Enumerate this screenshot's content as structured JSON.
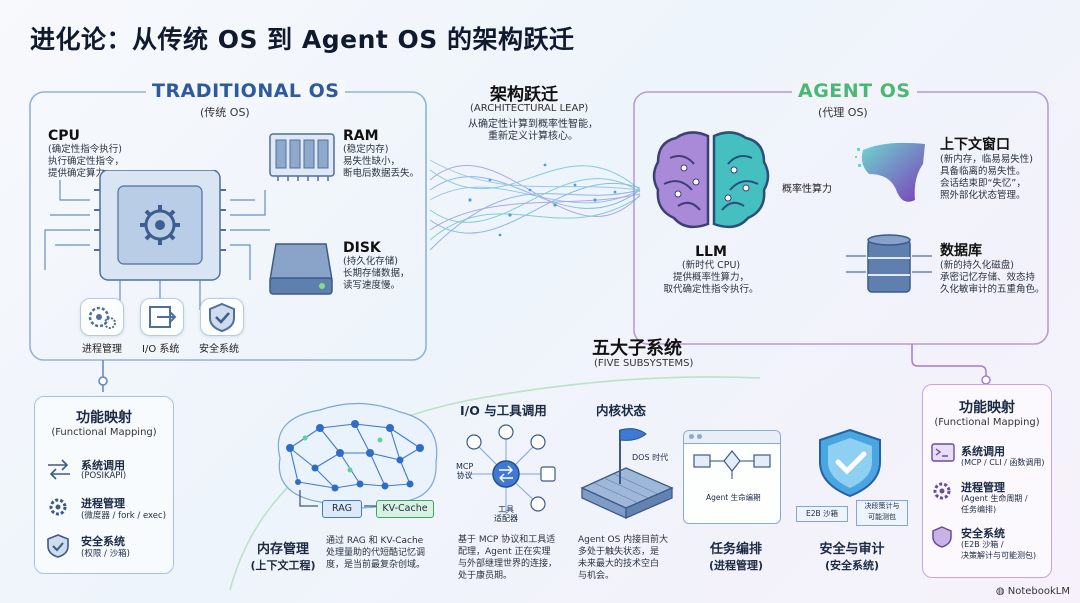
{
  "title": "进化论：从传统 OS 到 Agent OS 的架构跃迁",
  "traditional": {
    "heading": "TRADITIONAL OS",
    "sub": "(传统 OS)",
    "cpu": {
      "name": "CPU",
      "lines": [
        "(确定性指令执行)",
        "执行确定性指令，",
        "提供确定算力。"
      ]
    },
    "ram": {
      "name": "RAM",
      "lines": [
        "(稳定内存)",
        "易失性缺小，",
        "断电后数据丢失。"
      ]
    },
    "disk": {
      "name": "DISK",
      "lines": [
        "(持久化存储)",
        "长期存储数据，",
        "读写速度慢。"
      ]
    },
    "modules": [
      "进程管理",
      "I/O 系统",
      "安全系统"
    ]
  },
  "leap": {
    "heading": "架构跃迁",
    "sub": "(ARCHITECTURAL LEAP)",
    "lines": [
      "从确定性计算到概率性智能，",
      "重新定义计算核心。"
    ]
  },
  "agent": {
    "heading": "AGENT OS",
    "sub": "(代理 OS)",
    "prob": "概率性算力",
    "llm": {
      "name": "LLM",
      "lines": [
        "(新时代 CPU)",
        "提供概率性算力，",
        "取代确定性指令执行。"
      ]
    },
    "context": {
      "name": "上下文窗口",
      "lines": [
        "(新内存，临易易失性)",
        "具备临离的易失性。",
        "会话结束即“失忆”，",
        "照外部化状态管理。"
      ]
    },
    "db": {
      "name": "数据库",
      "lines": [
        "(新的持久化磁盘)",
        "承密记忆存储、效态持",
        "久化敏审计的五重角色。"
      ]
    }
  },
  "left_map": {
    "title": "功能映射",
    "sub": "(Functional Mapping)",
    "items": [
      {
        "name": "系统调用",
        "desc": "(POSIKAPI)"
      },
      {
        "name": "进程管理",
        "desc": "(微度器 / fork / exec)"
      },
      {
        "name": "安全系统",
        "desc": "(权限 / 沙箱)"
      }
    ]
  },
  "right_map": {
    "title": "功能映射",
    "sub": "(Functional Mapping)",
    "items": [
      {
        "name": "系统调用",
        "desc": "(MCP / CLI / 函数调用)"
      },
      {
        "name": "进程管理",
        "desc": "(Agent 生命周期 /",
        "desc2": "任务编排)"
      },
      {
        "name": "安全系统",
        "desc": "(E2B 沙箱 /",
        "desc2": "决策解计与可能测包)"
      }
    ]
  },
  "five": {
    "heading": "五大子系统",
    "sub": "(FIVE SUBSYSTEMS)"
  },
  "memory": {
    "chips": [
      "RAG",
      "KV-Cache"
    ],
    "title": "内存管理",
    "title2": "(上下文工程)",
    "lines": [
      "通过 RAG 和 KV-Cache",
      "处理量助的代短酷记忆调",
      "度，是当前最复杂创域。"
    ]
  },
  "io": {
    "title": "I/O 与工具调用",
    "labels": [
      "MCP",
      "协议",
      "工具",
      "适配器"
    ],
    "lines": [
      "基于 MCP 协议和工具适",
      "配理，Agent 正在实理",
      "与外部继理世界的连接，",
      "处于康员期。"
    ]
  },
  "kernel": {
    "title": "内核状态",
    "flag": "DOS 时代",
    "lines": [
      "Agent OS 内接目前大",
      "多处于触失状态，是",
      "未来最大的技术空白",
      "与机会。"
    ]
  },
  "task": {
    "title": "任务编排",
    "title2": "(进程管理)",
    "label": "Agent 生命编期"
  },
  "security": {
    "title": "安全与审计",
    "title2": "(安全系统)",
    "chips": [
      "E2B 沙箱",
      "决段策计与",
      "可能测包"
    ]
  },
  "watermark": "NotebookLM"
}
